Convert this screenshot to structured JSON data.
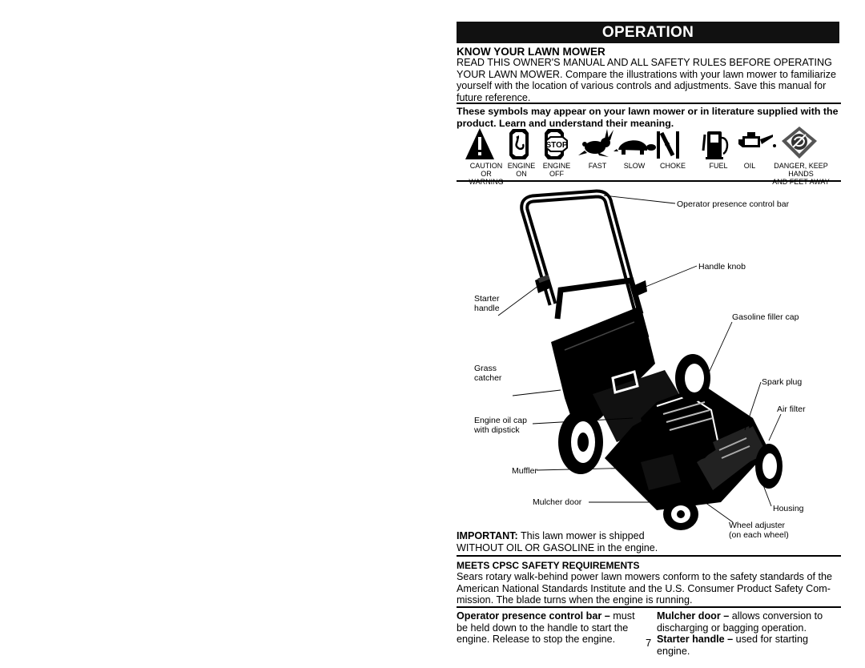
{
  "header": {
    "title": "OPERATION"
  },
  "know": {
    "heading": "KNOW YOUR LAWN MOWER",
    "line1": "READ THIS OWNER'S MANUAL AND ALL SAFETY RULES BEFORE OPERATING",
    "line2": "YOUR LAWN MOWER.  Compare the illustrations with your lawn mower to familiarize",
    "line3": "yourself with the location of various controls and adjustments.  Save this manual for",
    "line4": "future reference."
  },
  "symbols_intro": {
    "line1": "These symbols may appear on your lawn mower or in literature supplied with the",
    "line2": "product.  Learn and understand their meaning."
  },
  "symbols": [
    {
      "icon": "caution-icon",
      "label1": "CAUTION",
      "label2": "OR WARNING"
    },
    {
      "icon": "engine-on-icon",
      "label1": "ENGINE",
      "label2": "ON"
    },
    {
      "icon": "engine-off-icon",
      "label1": "ENGINE",
      "label2": "OFF",
      "sign": "STOP"
    },
    {
      "icon": "rabbit-icon",
      "label1": "FAST"
    },
    {
      "icon": "turtle-icon",
      "label1": "SLOW"
    },
    {
      "icon": "choke-icon",
      "label1": "CHOKE"
    },
    {
      "icon": "fuel-pump-icon",
      "label1": "FUEL"
    },
    {
      "icon": "oil-can-icon",
      "label1": "OIL"
    },
    {
      "icon": "keep-hands-away-icon",
      "label1": "DANGER, KEEP HANDS",
      "label2": "AND FEET AWAY"
    }
  ],
  "callouts": {
    "operator_bar": "Operator presence control bar",
    "handle_knob": "Handle knob",
    "starter": "Starter",
    "handle": "handle",
    "gas_cap": "Gasoline filler cap",
    "grass": "Grass",
    "catcher": "catcher",
    "spark_plug": "Spark plug",
    "air_filter": "Air filter",
    "oil_cap": "Engine oil cap",
    "dipstick": "with dipstick",
    "muffler": "Muffler",
    "mulcher_door": "Mulcher door",
    "housing": "Housing",
    "wheel_adjuster": "Wheel adjuster",
    "each_wheel": "(on each wheel)"
  },
  "important": {
    "bold": "IMPORTANT:",
    "rest": " This lawn mower is shipped",
    "line2": "WITHOUT OIL OR GASOLINE in the engine."
  },
  "cpsc": {
    "heading": "MEETS CPSC SAFETY REQUIREMENTS",
    "line1": "Sears rotary walk-behind power lawn mowers conform to the safety standards of the",
    "line2": "American National Standards Institute and the U.S. Consumer Product Safety Com-",
    "line3": "mission.  The blade turns when the engine is running."
  },
  "defs": {
    "left": {
      "term": "Operator presence control bar –",
      "rest": " must",
      "line2": "be held down to the handle to start the",
      "line3": "engine.  Release to stop the engine."
    },
    "right1": {
      "term": "Mulcher door –",
      "rest": " allows conversion to",
      "line2": "discharging or bagging operation."
    },
    "right2": {
      "term": "Starter handle –",
      "rest": " used for starting engine."
    }
  },
  "page_number": "7"
}
